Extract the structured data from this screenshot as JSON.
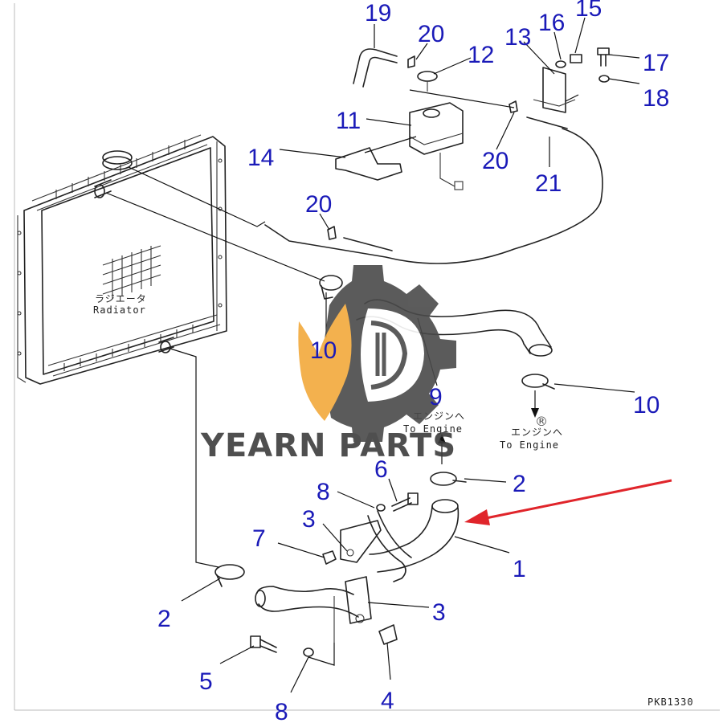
{
  "colors": {
    "callout": "#1a1ab8",
    "arrow": "#e0252b",
    "gear": "#4a4a4a",
    "flame": "#f2a93b",
    "watermark_text": "#3c3c3c",
    "line": "#222222"
  },
  "labels": {
    "radiator_jp": "ラジエータ",
    "radiator_en": "Radiator",
    "to_engine_jp": "エンジンへ",
    "to_engine_en": "To Engine",
    "drawing_code": "PKB1330"
  },
  "watermark": {
    "brand": "YEARN PARTS",
    "registered_mark": "®"
  },
  "callouts": {
    "c19": "19",
    "c20a": "20",
    "c12": "12",
    "c13": "13",
    "c16": "16",
    "c15": "15",
    "c17": "17",
    "c18": "18",
    "c11": "11",
    "c14": "14",
    "c20b": "20",
    "c21": "21",
    "c20c": "20",
    "c10a": "10",
    "c9": "9",
    "c10b": "10",
    "c6": "6",
    "c2a": "2",
    "c8a": "8",
    "c3a": "3",
    "c7": "7",
    "c1": "1",
    "c3b": "3",
    "c2b": "2",
    "c5": "5",
    "c4": "4",
    "c8b": "8"
  }
}
